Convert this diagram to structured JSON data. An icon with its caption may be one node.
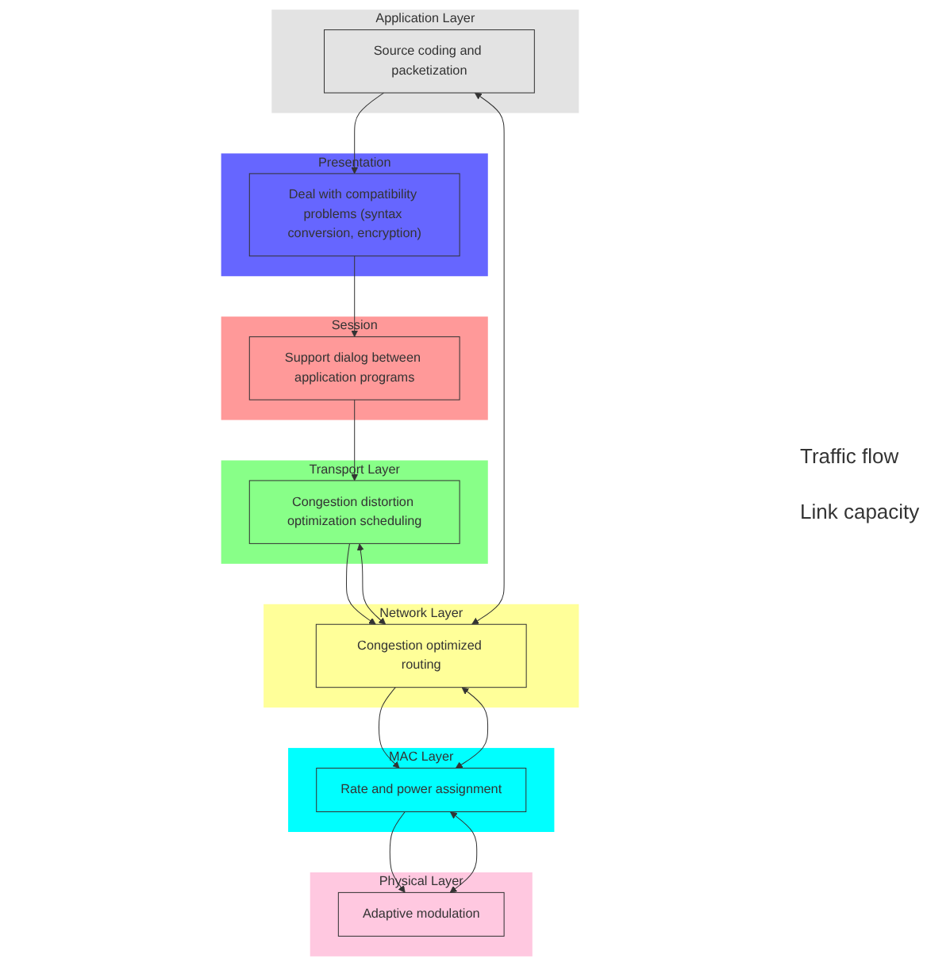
{
  "diagram": {
    "nodes": [
      {
        "text": [
          "Application Layer"
        ]
      },
      {
        "text": [
          "Source coding and packetization"
        ],
        "in": 0
      },
      {
        "text": [
          "Presentation"
        ]
      },
      {
        "text": [
          "Deal with compatibility problems (syntax conversion, encryption)"
        ],
        "in": 2
      },
      {
        "text": [
          "Session"
        ]
      },
      {
        "text": [
          "Support dialog between application programs"
        ],
        "in": 4
      },
      {
        "text": [
          "Transport Layer"
        ]
      },
      {
        "text": [
          "Congestion distortion optimization scheduling"
        ],
        "in": 6
      },
      {
        "text": [
          "Network Layer"
        ]
      },
      {
        "text": [
          "Congestion optimized routing"
        ],
        "in": 8
      },
      {
        "text": [
          "MAC Layer"
        ]
      },
      {
        "text": [
          "Rate and power assignment"
        ],
        "in": 10
      },
      {
        "text": [
          "Physical Layer"
        ]
      },
      {
        "text": [
          "Adaptive modulation"
        ],
        "in": 12
      }
    ],
    "edges": [
      {
        "from": 1,
        "to": 3,
        "arrow": "to"
      },
      {
        "from": 3,
        "to": 5,
        "arrow": "to"
      },
      {
        "from": 5,
        "to": 7,
        "arrow": "to"
      },
      {
        "from": 7,
        "to": 9,
        "arrow": "to"
      },
      {
        "from": 9,
        "to": 11,
        "arrow": "to"
      },
      {
        "from": 11,
        "to": 13,
        "arrow": "to"
      },
      {
        "from": 9,
        "to": 1,
        "arrow": "both"
      },
      {
        "from": 7,
        "to": 9,
        "arrow": "both"
      },
      {
        "from": 9,
        "to": 11,
        "arrow": "both"
      },
      {
        "from": 11,
        "to": 13,
        "arrow": "both"
      }
    ],
    "labels": [
      "Traffic flow",
      "Link capacity"
    ]
  }
}
